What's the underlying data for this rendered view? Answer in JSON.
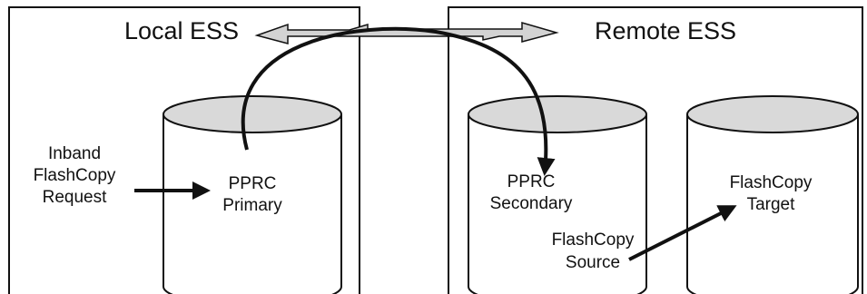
{
  "panels": {
    "local": {
      "title": "Local ESS"
    },
    "remote": {
      "title": "Remote ESS"
    }
  },
  "volumes": {
    "pprc_primary": {
      "line1": "PPRC",
      "line2": "Primary"
    },
    "pprc_secondary": {
      "line1": "PPRC",
      "line2": "Secondary"
    },
    "flashcopy_target": {
      "line1": "FlashCopy",
      "line2": "Target"
    }
  },
  "labels": {
    "inband_request": {
      "line1": "Inband",
      "line2": "FlashCopy",
      "line3": "Request"
    },
    "flashcopy_source": {
      "line1": "FlashCopy",
      "line2": "Source"
    }
  },
  "colors": {
    "stroke": "#111111",
    "cylinder_top": "#d9d9d9",
    "link_arrow_fill": "#d3d3d3"
  }
}
